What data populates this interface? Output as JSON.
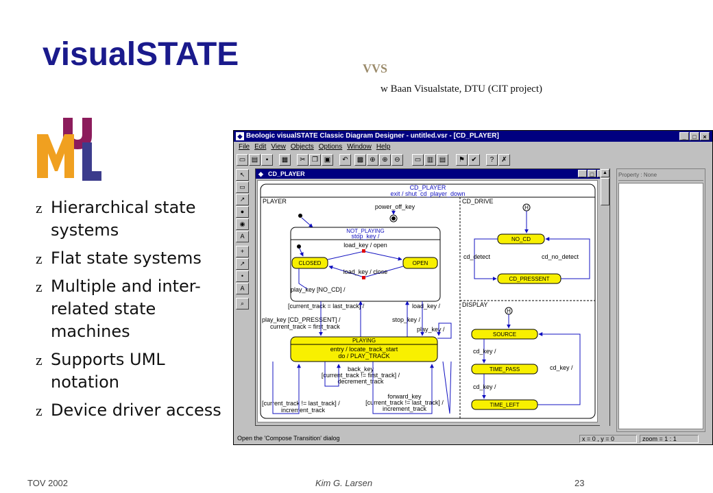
{
  "slide": {
    "title": "visualSTATE",
    "vvs": "VVS",
    "credit": "w Baan Visualstate, DTU (CIT project)",
    "bullet_glyph": "z",
    "bullets": [
      "Hierarchical state systems",
      "Flat state systems",
      "Multiple and inter-related state machines",
      "Supports UML notation",
      "Device driver access"
    ],
    "footer": {
      "left": "TOV 2002",
      "center": "Kim G. Larsen",
      "right": "23"
    }
  },
  "logo": {
    "letters": "UML",
    "colors": {
      "u": "#8c1c5c",
      "m": "#f0a020",
      "l": "#3c3c8c"
    }
  },
  "app": {
    "title": "Beologic visualSTATE Classic Diagram Designer - untitled.vsr - [CD_PLAYER]",
    "menu": [
      "File",
      "Edit",
      "View",
      "Objects",
      "Options",
      "Window",
      "Help"
    ],
    "inner_title": "CD_PLAYER",
    "property_label": "Property : None",
    "status_message": "Open the 'Compose Transition' dialog",
    "status_coords": "x = 0 ,  y = 0",
    "status_zoom": "zoom = 1 : 1",
    "win_buttons": [
      "_",
      "□",
      "×"
    ]
  },
  "diagram": {
    "top_state": "CD_PLAYER",
    "top_exit": "exit / shut_cd_player_down",
    "regions": [
      "PLAYER",
      "CD_DRIVE",
      "DISPLAY"
    ],
    "states": {
      "not_playing": "NOT_PLAYING",
      "not_playing_action": "stop_key /",
      "closed": "CLOSED",
      "open": "OPEN",
      "playing": "PLAYING",
      "playing_entry": "entry / locate_track_start",
      "playing_do": "do / PLAY_TRACK",
      "no_cd": "NO_CD",
      "cd_present": "CD_PRESSENT",
      "source": "SOURCE",
      "time_pass": "TIME_PASS",
      "time_left": "TIME_LEFT"
    },
    "labels": {
      "power_off": "power_off_key",
      "load_open": "load_key / open",
      "load_close": "load_key / close",
      "play_no_cd": "play_key [NO_CD] /",
      "current_last": "[current_track = last_track] /",
      "load_key": "load_key /",
      "stop_key": "stop_key /",
      "play_key": "play_key /",
      "play_present_1": "play_key [CD_PRESSENT] /",
      "play_present_2": "current_track = first_track",
      "back_1": "back_key",
      "back_2": "[current_track != first_track] /",
      "back_3": "decrement_track",
      "fwd_1": "forward_key",
      "fwd_2": "[current_track != last_track] /",
      "fwd_3": "increment_track",
      "cur_nl_1": "[current_track != last_track] /",
      "cur_nl_2": "increment_track",
      "cd_detect": "cd_detect",
      "cd_no_detect": "cd_no_detect",
      "cd_key_1": "cd_key /",
      "cd_key_2": "cd_key /",
      "cd_key_3": "cd_key /",
      "history": "H"
    }
  }
}
